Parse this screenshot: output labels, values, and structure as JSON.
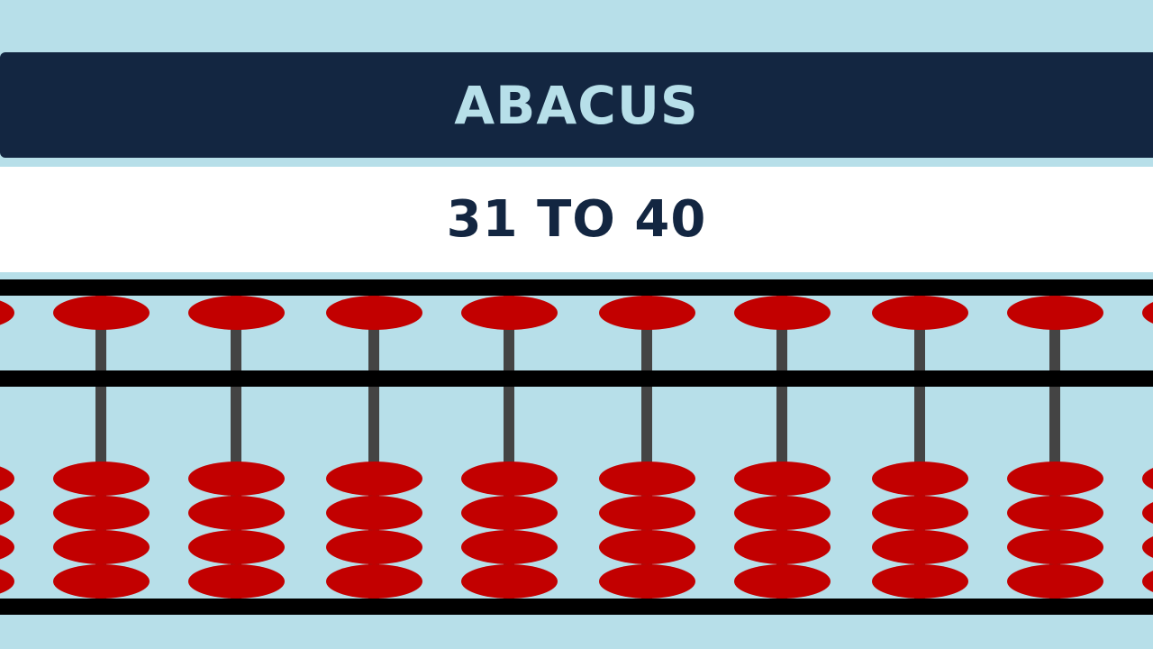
{
  "header": {
    "title": "ABACUS"
  },
  "subheader": {
    "range": "31 TO 40"
  },
  "colors": {
    "background": "#b7dfe9",
    "title_band": "#132641",
    "title_text": "#b7dfe9",
    "subtitle_text": "#132641",
    "frame": "#000000",
    "rod": "#444444",
    "bead": "#c20000"
  },
  "abacus": {
    "rod_count_visible": 8,
    "partial_rods_at_edges": 2,
    "upper_beads_per_rod": 1,
    "lower_beads_per_rod": 4,
    "rod_centers_x": [
      -38,
      112,
      262,
      415,
      565,
      718,
      868,
      1021,
      1171,
      1321
    ]
  }
}
